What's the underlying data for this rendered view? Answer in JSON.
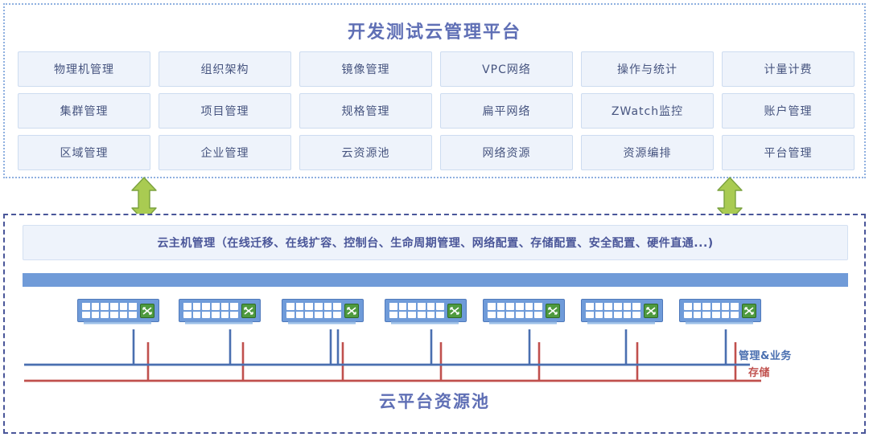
{
  "platform": {
    "title": "开发测试云管理平台",
    "modules": [
      "物理机管理",
      "组织架构",
      "镜像管理",
      "VPC网络",
      "操作与统计",
      "计量计费",
      "集群管理",
      "项目管理",
      "规格管理",
      "扁平网络",
      "ZWatch监控",
      "账户管理",
      "区域管理",
      "企业管理",
      "云资源池",
      "网络资源",
      "资源编排",
      "平台管理"
    ]
  },
  "connectors": [
    {
      "name": "left-bidirectional-arrow",
      "direction": "up-down",
      "color": "#A9CB52"
    },
    {
      "name": "right-bidirectional-arrow",
      "direction": "up-down",
      "color": "#A9CB52"
    }
  ],
  "resource_pool": {
    "host_management": "云主机管理（在线迁移、在线扩容、控制台、生命周期管理、网络配置、存储配置、安全配置、硬件直通...)",
    "band_color": "#709BD8",
    "switch_count": 7,
    "switch_ports_per_switch": 12,
    "switch_module_icon": "network-switch-icon",
    "networks": [
      {
        "key": "management",
        "label": "管理&业务",
        "color": "#4A6FB0"
      },
      {
        "key": "storage",
        "label": "存储",
        "color": "#C0504D"
      }
    ],
    "title": "云平台资源池"
  }
}
